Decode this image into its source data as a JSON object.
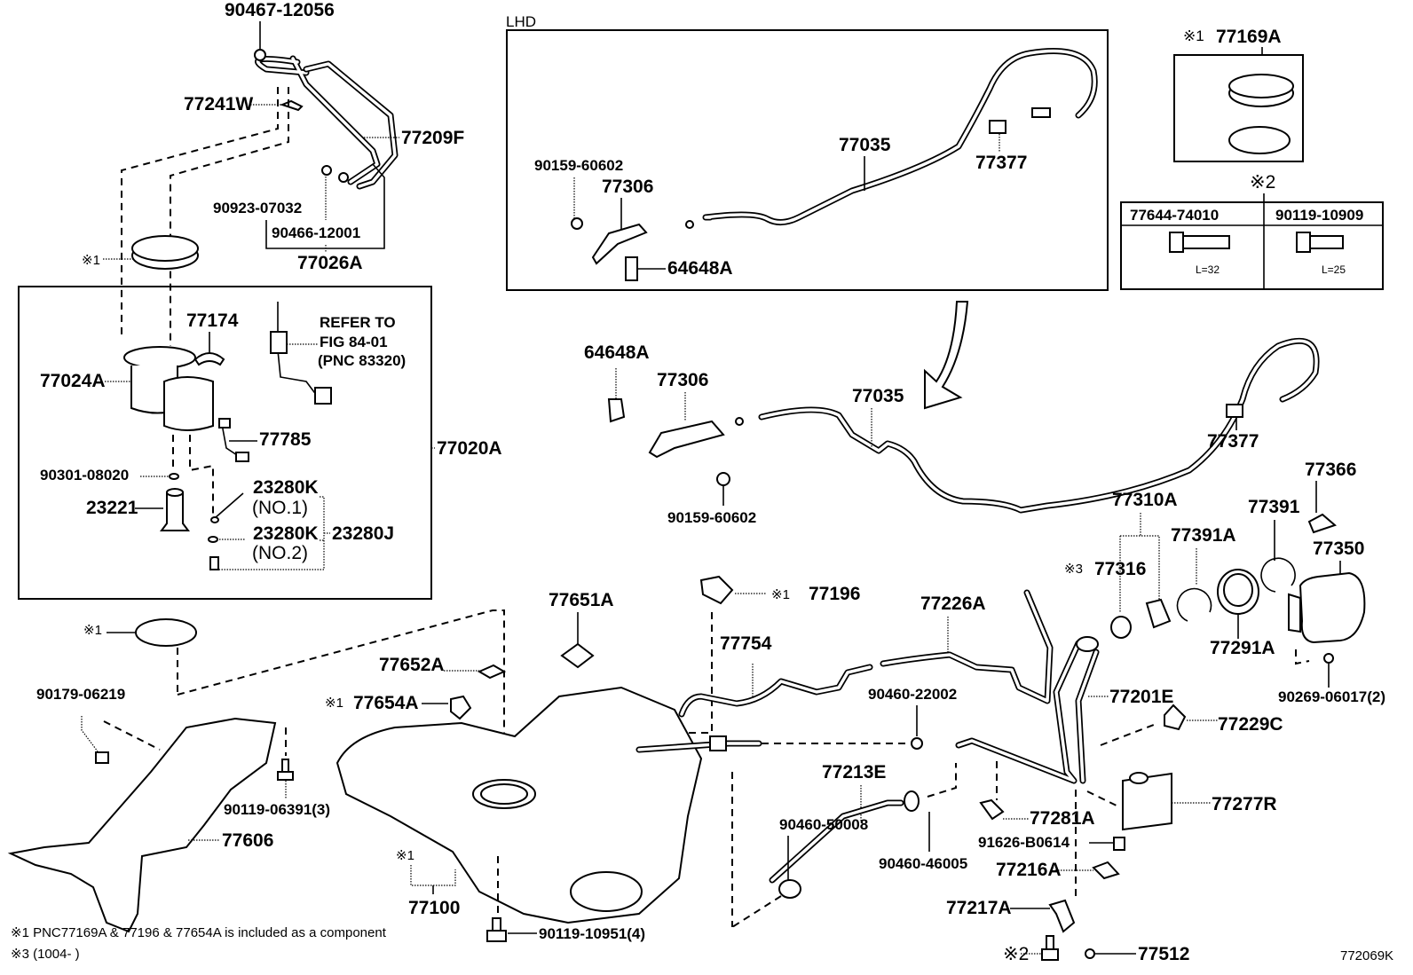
{
  "diagram": {
    "figure_id": "772069K",
    "lhd_label": "LHD",
    "notes": {
      "note1": "※1 PNC77169A & 77196 & 77654A is included as a component",
      "note3": "※3 (1004-        )"
    },
    "refer": {
      "line1": "REFER TO",
      "line2": "FIG 84-01",
      "line3": "(PNC 83320)"
    },
    "marks": {
      "m1": "※1",
      "m2": "※2",
      "m3": "※3"
    },
    "bolt_table": {
      "col1": "77644-74010",
      "col2": "90119-10909",
      "len1": "L=32",
      "len2": "L=25"
    },
    "parts": {
      "p90467_12056": "90467-12056",
      "p77241W": "77241W",
      "p77209F": "77209F",
      "p90923_07032": "90923-07032",
      "p90466_12001": "90466-12001",
      "p77026A": "77026A",
      "p77174": "77174",
      "p77024A": "77024A",
      "p77785": "77785",
      "p77020A": "77020A",
      "p90301_08020": "90301-08020",
      "p23221": "23221",
      "p23280K_1": "23280K",
      "p23280K_1_sub": "(NO.1)",
      "p23280K_2": "23280K",
      "p23280K_2_sub": "(NO.2)",
      "p23280J": "23280J",
      "lhd_90159_60602": "90159-60602",
      "lhd_77306": "77306",
      "lhd_77035": "77035",
      "lhd_77377": "77377",
      "lhd_64648A": "64648A",
      "p77169A": "77169A",
      "p64648A": "64648A",
      "p77306": "77306",
      "p77035": "77035",
      "p77377": "77377",
      "p90159_60602": "90159-60602",
      "p77366": "77366",
      "p77310A": "77310A",
      "p77391": "77391",
      "p77391A": "77391A",
      "p77350": "77350",
      "p77316": "77316",
      "p77291A": "77291A",
      "p90269_06017": "90269-06017(2)",
      "p77651A": "77651A",
      "p77196": "77196",
      "p77226A": "77226A",
      "p77652A": "77652A",
      "p77754": "77754",
      "p77654A": "77654A",
      "p90460_22002": "90460-22002",
      "p77201E": "77201E",
      "p90179_06219": "90179-06219",
      "p77229C": "77229C",
      "p90119_06391": "90119-06391(3)",
      "p77213E": "77213E",
      "p77277R": "77277R",
      "p77281A": "77281A",
      "p90460_50008": "90460-50008",
      "p91626_B0614": "91626-B0614",
      "p77606": "77606",
      "p90460_46005": "90460-46005",
      "p77216A": "77216A",
      "p77100": "77100",
      "p77217A": "77217A",
      "p90119_10951": "90119-10951(4)",
      "p77512": "77512"
    }
  }
}
